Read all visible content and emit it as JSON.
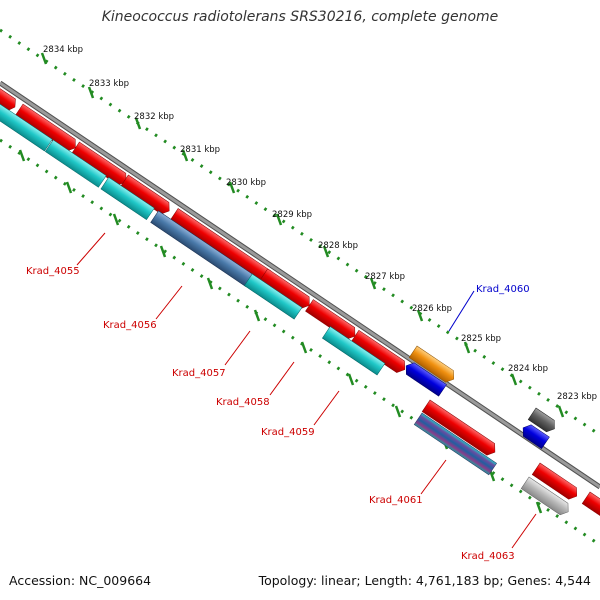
{
  "title": "Kineococcus radiotolerans SRS30216, complete genome",
  "footer": {
    "accession": "Accession: NC_009664",
    "summary": "Topology: linear; Length: 4,761,183 bp; Genes: 4,544"
  },
  "ruler_labels": [
    "2834 kbp",
    "2833 kbp",
    "2832 kbp",
    "2831 kbp",
    "2830 kbp",
    "2829 kbp",
    "2828 kbp",
    "2827 kbp",
    "2826 kbp",
    "2825 kbp",
    "2824 kbp",
    "2823 kbp"
  ],
  "gene_labels": [
    {
      "name": "Krad_4055",
      "color": "#cc0000"
    },
    {
      "name": "Krad_4056",
      "color": "#cc0000"
    },
    {
      "name": "Krad_4057",
      "color": "#cc0000"
    },
    {
      "name": "Krad_4058",
      "color": "#cc0000"
    },
    {
      "name": "Krad_4059",
      "color": "#cc0000"
    },
    {
      "name": "Krad_4060",
      "color": "#0000cc"
    },
    {
      "name": "Krad_4061",
      "color": "#cc0000"
    },
    {
      "name": "Krad_4063",
      "color": "#cc0000"
    }
  ],
  "colors": {
    "gene": "#e00000",
    "cyan": "#20c8c8",
    "steel": "#4a7aaa",
    "orange": "#f09010",
    "blue": "#0000dd",
    "dark_gray": "#606060",
    "light_gray": "#b8b8b8",
    "ruler": "#228b22",
    "backbone": "#808080"
  }
}
